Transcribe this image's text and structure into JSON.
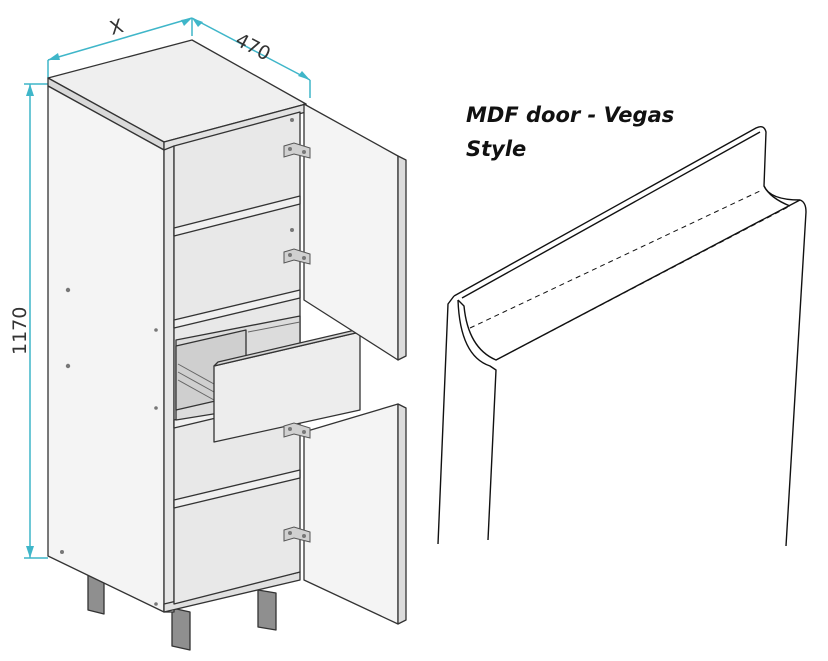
{
  "dimensions": {
    "width_label": "X",
    "depth_label": "470",
    "height_label": "1170"
  },
  "door_panel": {
    "title_line1": "MDF door - Vegas",
    "title_line2": "Style"
  },
  "colors": {
    "dimension_line": "#3fb6c9",
    "outline": "#333333",
    "panel_face": "#f4f4f4",
    "panel_shade": "#d9d9d9",
    "leg": "#8f8f8f"
  }
}
